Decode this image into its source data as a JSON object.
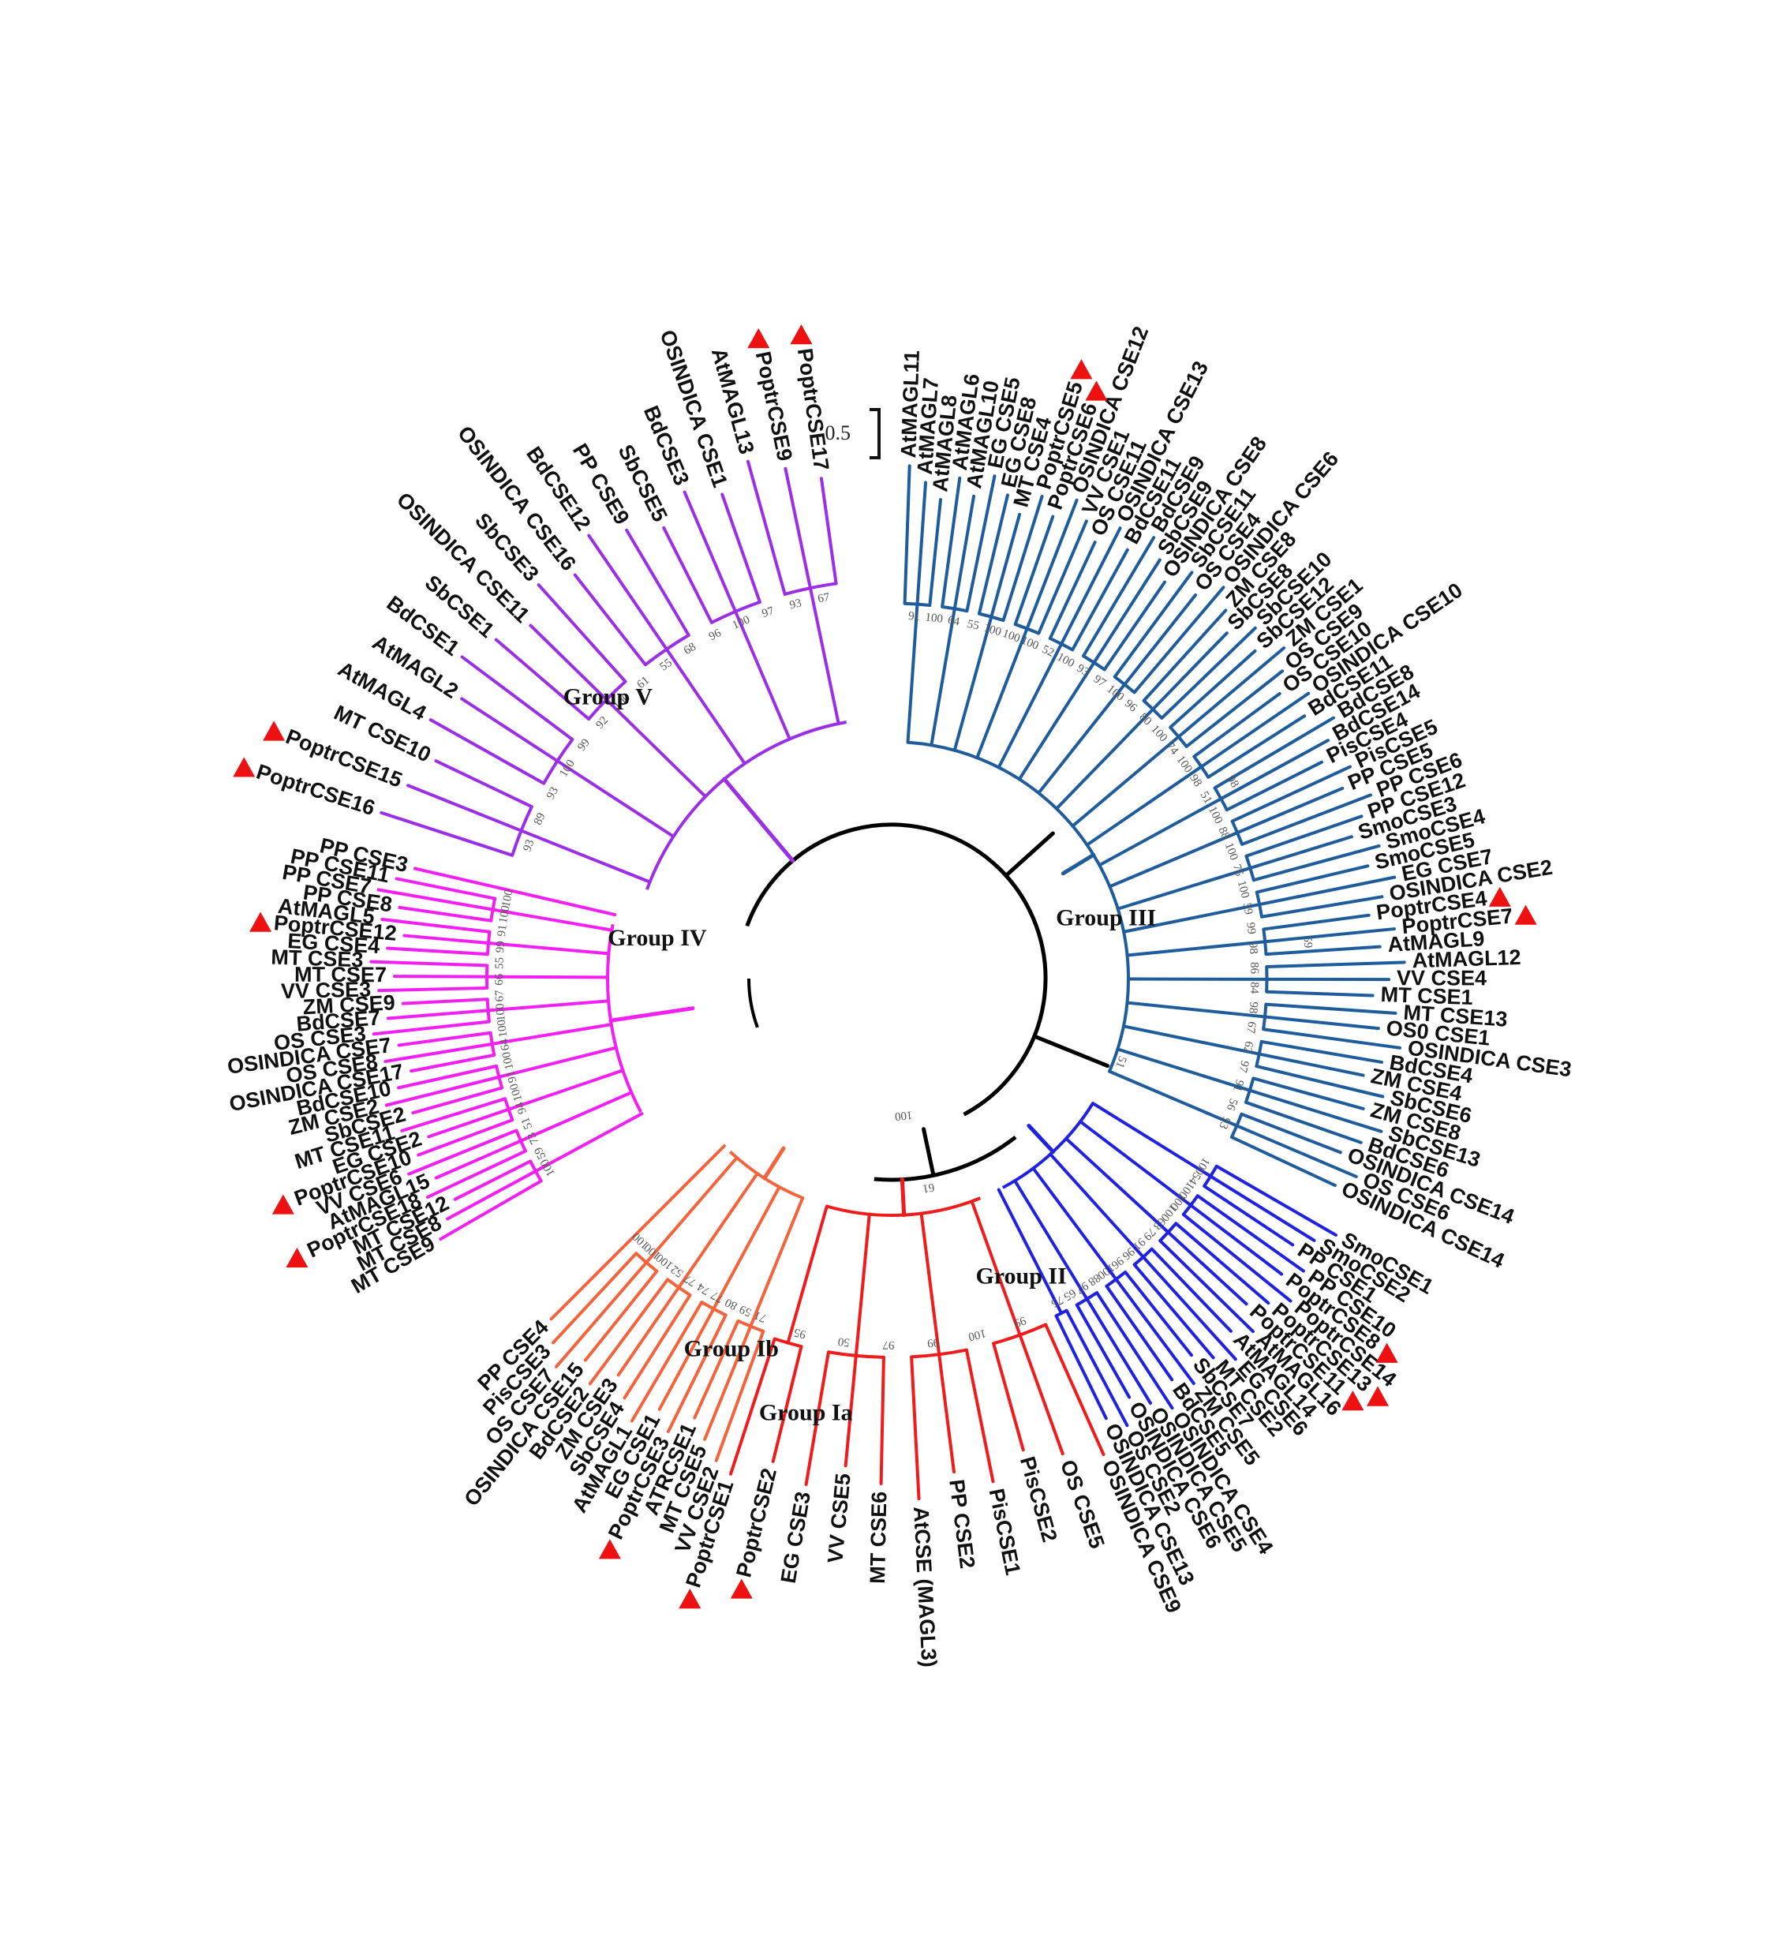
{
  "figure": {
    "scale_label": "0.5",
    "colors": {
      "GroupIa": "#ee1c1c",
      "GroupIb": "#f4643c",
      "GroupII": "#1f22e0",
      "GroupIII": "#1f5c9c",
      "GroupIV": "#f21ff2",
      "GroupV": "#9b2fe6",
      "backbone": "#000000",
      "marker": "#ee1111"
    },
    "groups": [
      {
        "id": "V",
        "label": "Group V",
        "color": "#9b2fe6",
        "leaves": [
          "PoptrCSE16",
          "PoptrCSE15",
          "MT CSE10",
          "AtMAGL4",
          "AtMAGL2",
          "BdCSE1",
          "SbCSE1",
          "OSINDICA CSE11",
          "SbCSE3",
          "OSINDICA CSE16",
          "BdCSE12",
          "PP CSE9",
          "SbCSE5",
          "BdCSE3",
          "OSINDICA CSE1",
          "AtMAGL13",
          "PoptrCSE9",
          "PoptrCSE17"
        ],
        "bootstrap": [
          "93",
          "89",
          "93",
          "100",
          "99",
          "92",
          "100",
          "61",
          "55",
          "68",
          "96",
          "100",
          "97",
          "93",
          "67"
        ]
      },
      {
        "id": "III",
        "label": "Group III",
        "color": "#1f5c9c",
        "leaves": [
          "AtMAGL11",
          "AtMAGL7",
          "AtMAGL8",
          "AtMAGL6",
          "AtMAGL10",
          "EG CSE5",
          "EG CSE8",
          "MT CSE4",
          "PoptrCSE5",
          "PoptrCSE6",
          "OSINDICA CSE12",
          "VV CSE1",
          "OS CSE11",
          "OSINDICA CSE13",
          "BdCSE11",
          "BdCSE9",
          "SbCSE9",
          "OSINDICA CSE8",
          "SbCSE11",
          "OS CSE4",
          "OSINDICA CSE6",
          "ZM CSE8",
          "SbCSE8",
          "SbCSE10",
          "SbCSE12",
          "ZM CSE1",
          "OS CSE9",
          "OS CSE10",
          "OSINDICA CSE10",
          "BdCSE11",
          "BdCSE8",
          "BdCSE14",
          "PisCSE4",
          "PisCSE5",
          "PP CSE5",
          "PP CSE6",
          "PP CSE12",
          "SmoCSE3",
          "SmoCSE4",
          "SmoCSE5",
          "EG CSE7",
          "OSINDICA CSE2",
          "PoptrCSE4",
          "PoptrCSE7",
          "AtMAGL9",
          "AtMAGL12",
          "VV CSE4",
          "MT CSE1",
          "MT CSE13",
          "OS0 CSE1",
          "OSINDICA CSE3",
          "BdCSE4",
          "ZM CSE4",
          "SbCSE6",
          "ZM CSE8",
          "SbCSE13",
          "BdCSE6",
          "OSINDICA CSE14",
          "OS CSE6",
          "OSINDICA CSE14"
        ],
        "bootstrap": [
          "91",
          "100",
          "64",
          "55",
          "100",
          "100",
          "100",
          "52",
          "100",
          "93",
          "97",
          "100",
          "96",
          "80",
          "100",
          "74",
          "100",
          "98",
          "51",
          "100",
          "88",
          "100",
          "75",
          "100",
          "59",
          "99",
          "98",
          "86",
          "84",
          "98",
          "67",
          "62",
          "97",
          "91",
          "56",
          "93"
        ]
      },
      {
        "id": "IV",
        "label": "Group IV",
        "color": "#f21ff2",
        "leaves": [
          "MT CSE9",
          "MT CSE8",
          "MT CSE12",
          "PoptrCSE18",
          "AtMAGL15",
          "VV CSE6",
          "PoptrCSE10",
          "EG CSE2",
          "MT CSE11",
          "SbCSE2",
          "ZM CSE2",
          "BdCSE10",
          "OSINDICA CSE17",
          "OS CSE8",
          "OSINDICA CSE7",
          "OS CSE3",
          "BdCSE7",
          "ZM CSE9",
          "VV CSE3",
          "MT CSE7",
          "MT CSE3",
          "EG CSE4",
          "PoptrCSE12",
          "AtMAGL5",
          "PP CSE8",
          "PP CSE7",
          "PP CSE11",
          "PP CSE3"
        ],
        "bootstrap": [
          "100",
          "59",
          "73",
          "51",
          "94",
          "100",
          "91",
          "100",
          "64",
          "100",
          "100",
          "67",
          "66",
          "55",
          "99",
          "91",
          "100",
          "100"
        ]
      },
      {
        "id": "Ib",
        "label": "Group Ib",
        "color": "#f4643c",
        "leaves": [
          "VV CSE2",
          "MT CSE5",
          "ATRCSE1",
          "PoptrCSE3",
          "EG CSE1",
          "AtMAGL1",
          "SbCSE4",
          "ZM CSE3",
          "BdCSE2",
          "OSINDICA CSE15",
          "OS CSE7",
          "PisCSE3",
          "PP CSE4"
        ],
        "bootstrap": [
          "71",
          "59",
          "80",
          "77",
          "74",
          "77",
          "52",
          "100",
          "100",
          "100"
        ]
      },
      {
        "id": "Ia",
        "label": "Group Ia",
        "color": "#ee1c1c",
        "leaves": [
          "OSINDICA CSE9",
          "OS CSE5",
          "PisCSE2",
          "PisCSE1",
          "PP CSE2",
          "AtCSE (MAGL3)",
          "MT CSE6",
          "VV CSE5",
          "EG CSE3",
          "PoptrCSE2",
          "PoptrCSE1"
        ],
        "bootstrap": [
          "99",
          "100",
          "99",
          "97",
          "50",
          "95"
        ]
      },
      {
        "id": "II",
        "label": "Group II",
        "color": "#1f22e0",
        "leaves": [
          "SmoCSE1",
          "SmoCSE2",
          "PP CSE1",
          "PP CSE10",
          "PoptrCSE8",
          "PoptrCSE14",
          "PoptrCSE13",
          "PoptrCSE11",
          "AtMAGL16",
          "AtMAGL14",
          "EG CSE6",
          "MT CSE2",
          "SbCSE7",
          "ZM CSE5",
          "BdCSE5",
          "OSINDICA CSE4",
          "OSINDICA CSE5",
          "OSINDICA CSE6",
          "OS CSE2",
          "OSINDICA CSE13"
        ],
        "bootstrap": [
          "100",
          "54",
          "100",
          "100",
          "100",
          "63",
          "79",
          "91",
          "96",
          "96",
          "100",
          "88",
          "97",
          "65",
          "75"
        ]
      }
    ],
    "backbone_bootstrap": [
      "100",
      "100",
      "61",
      "52",
      "51",
      "98",
      "59"
    ],
    "marked_leaves": [
      "PoptrCSE16",
      "PoptrCSE15",
      "PoptrCSE9",
      "PoptrCSE17",
      "PoptrCSE5",
      "PoptrCSE6",
      "PoptrCSE18",
      "PoptrCSE10",
      "PoptrCSE12",
      "PoptrCSE4",
      "PoptrCSE7",
      "PoptrCSE3",
      "PoptrCSE2",
      "PoptrCSE1",
      "PoptrCSE8",
      "PoptrCSE13",
      "PoptrCSE11"
    ]
  }
}
